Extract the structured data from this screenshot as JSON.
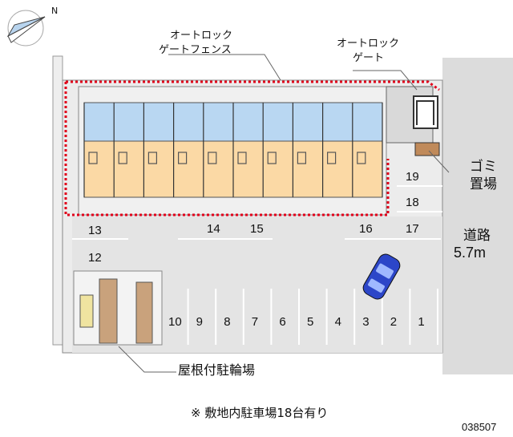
{
  "compass": {
    "north_label": "N",
    "arrow_icon": "north-arrow-icon"
  },
  "labels": {
    "autolock_fence": [
      "オートロック",
      "ゲートフェンス"
    ],
    "autolock_gate": [
      "オートロック",
      "ゲート"
    ],
    "garbage": [
      "ゴミ",
      "置場"
    ],
    "road": [
      "道路",
      "5.7m"
    ],
    "bicycle_parking": "屋根付駐輪場",
    "footnote": "※ 敷地内駐車場18台有り",
    "image_code": "038507"
  },
  "parking_bottom": [
    "10",
    "9",
    "8",
    "7",
    "6",
    "5",
    "4",
    "3",
    "2",
    "1"
  ],
  "parking_middle": [
    "14",
    "15",
    "16",
    "17"
  ],
  "parking_left": [
    "13",
    "12"
  ],
  "parking_right": [
    "19",
    "18"
  ],
  "colors": {
    "site": "#eaeaea",
    "building_floor": "#fbd9a5",
    "building_upper": "#b9d7f2",
    "fence": "#e0001a",
    "car": "#2c46c8",
    "road_gray": "#d8d8d8",
    "bike_roof": "#c9a27c"
  }
}
